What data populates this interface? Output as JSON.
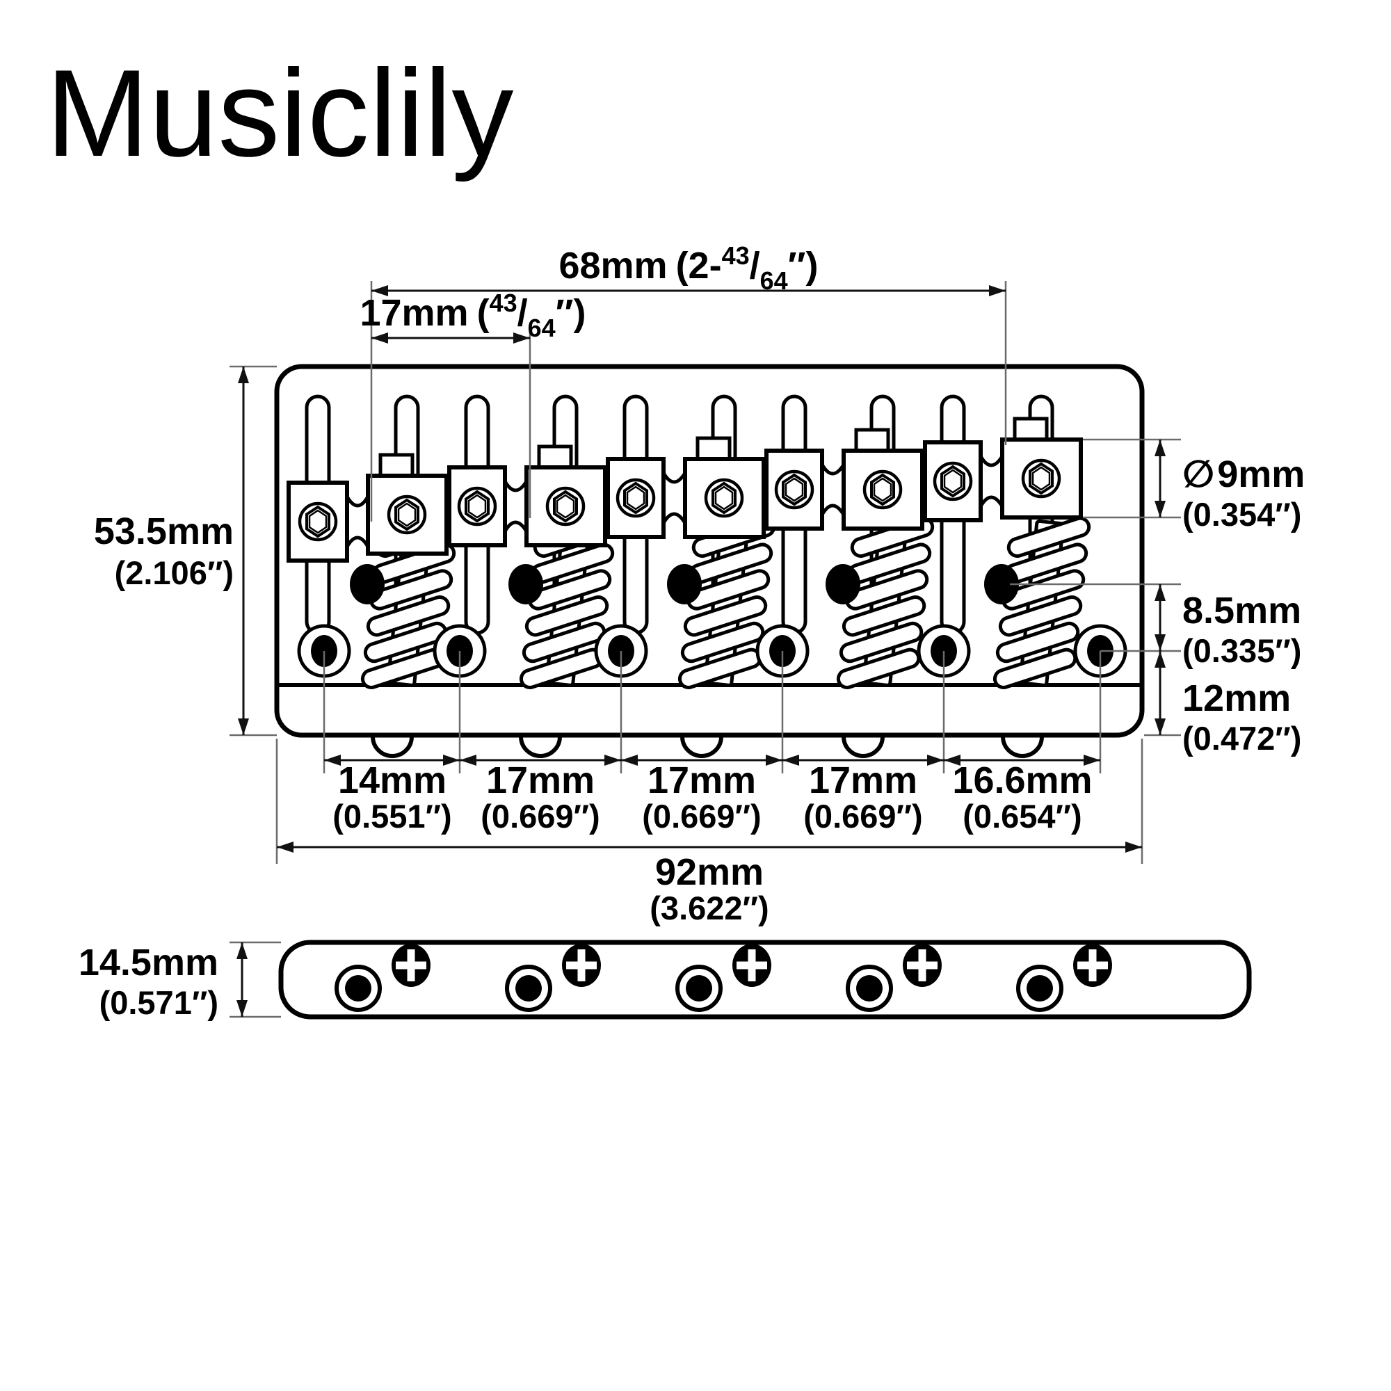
{
  "title": "Musiclily",
  "top_view": {
    "dim_68": {
      "value": "68mm",
      "open": "(2-",
      "num": "43",
      "slash": "/",
      "den": "64",
      "close": "″)"
    },
    "dim_17_top": {
      "value": "17mm",
      "open": "(",
      "num": "43",
      "slash": "/",
      "den": "64",
      "close": "″)"
    },
    "dim_height": {
      "mm": "53.5mm",
      "inch": "(2.106″)"
    },
    "dim_saddle_dia": {
      "symbol": "∅",
      "mm": "9mm",
      "inch": "(0.354″)"
    },
    "dim_8_5": {
      "mm": "8.5mm",
      "inch": "(0.335″)"
    },
    "dim_12": {
      "mm": "12mm",
      "inch": "(0.472″)"
    },
    "spacing_dims": [
      {
        "mm": "14mm",
        "inch": "(0.551″)"
      },
      {
        "mm": "17mm",
        "inch": "(0.669″)"
      },
      {
        "mm": "17mm",
        "inch": "(0.669″)"
      },
      {
        "mm": "17mm",
        "inch": "(0.669″)"
      },
      {
        "mm": "16.6mm",
        "inch": "(0.654″)"
      }
    ],
    "dim_width": {
      "mm": "92mm",
      "inch": "(3.622″)"
    }
  },
  "side_view": {
    "dim_thickness": {
      "mm": "14.5mm",
      "inch": "(0.571″)"
    }
  }
}
